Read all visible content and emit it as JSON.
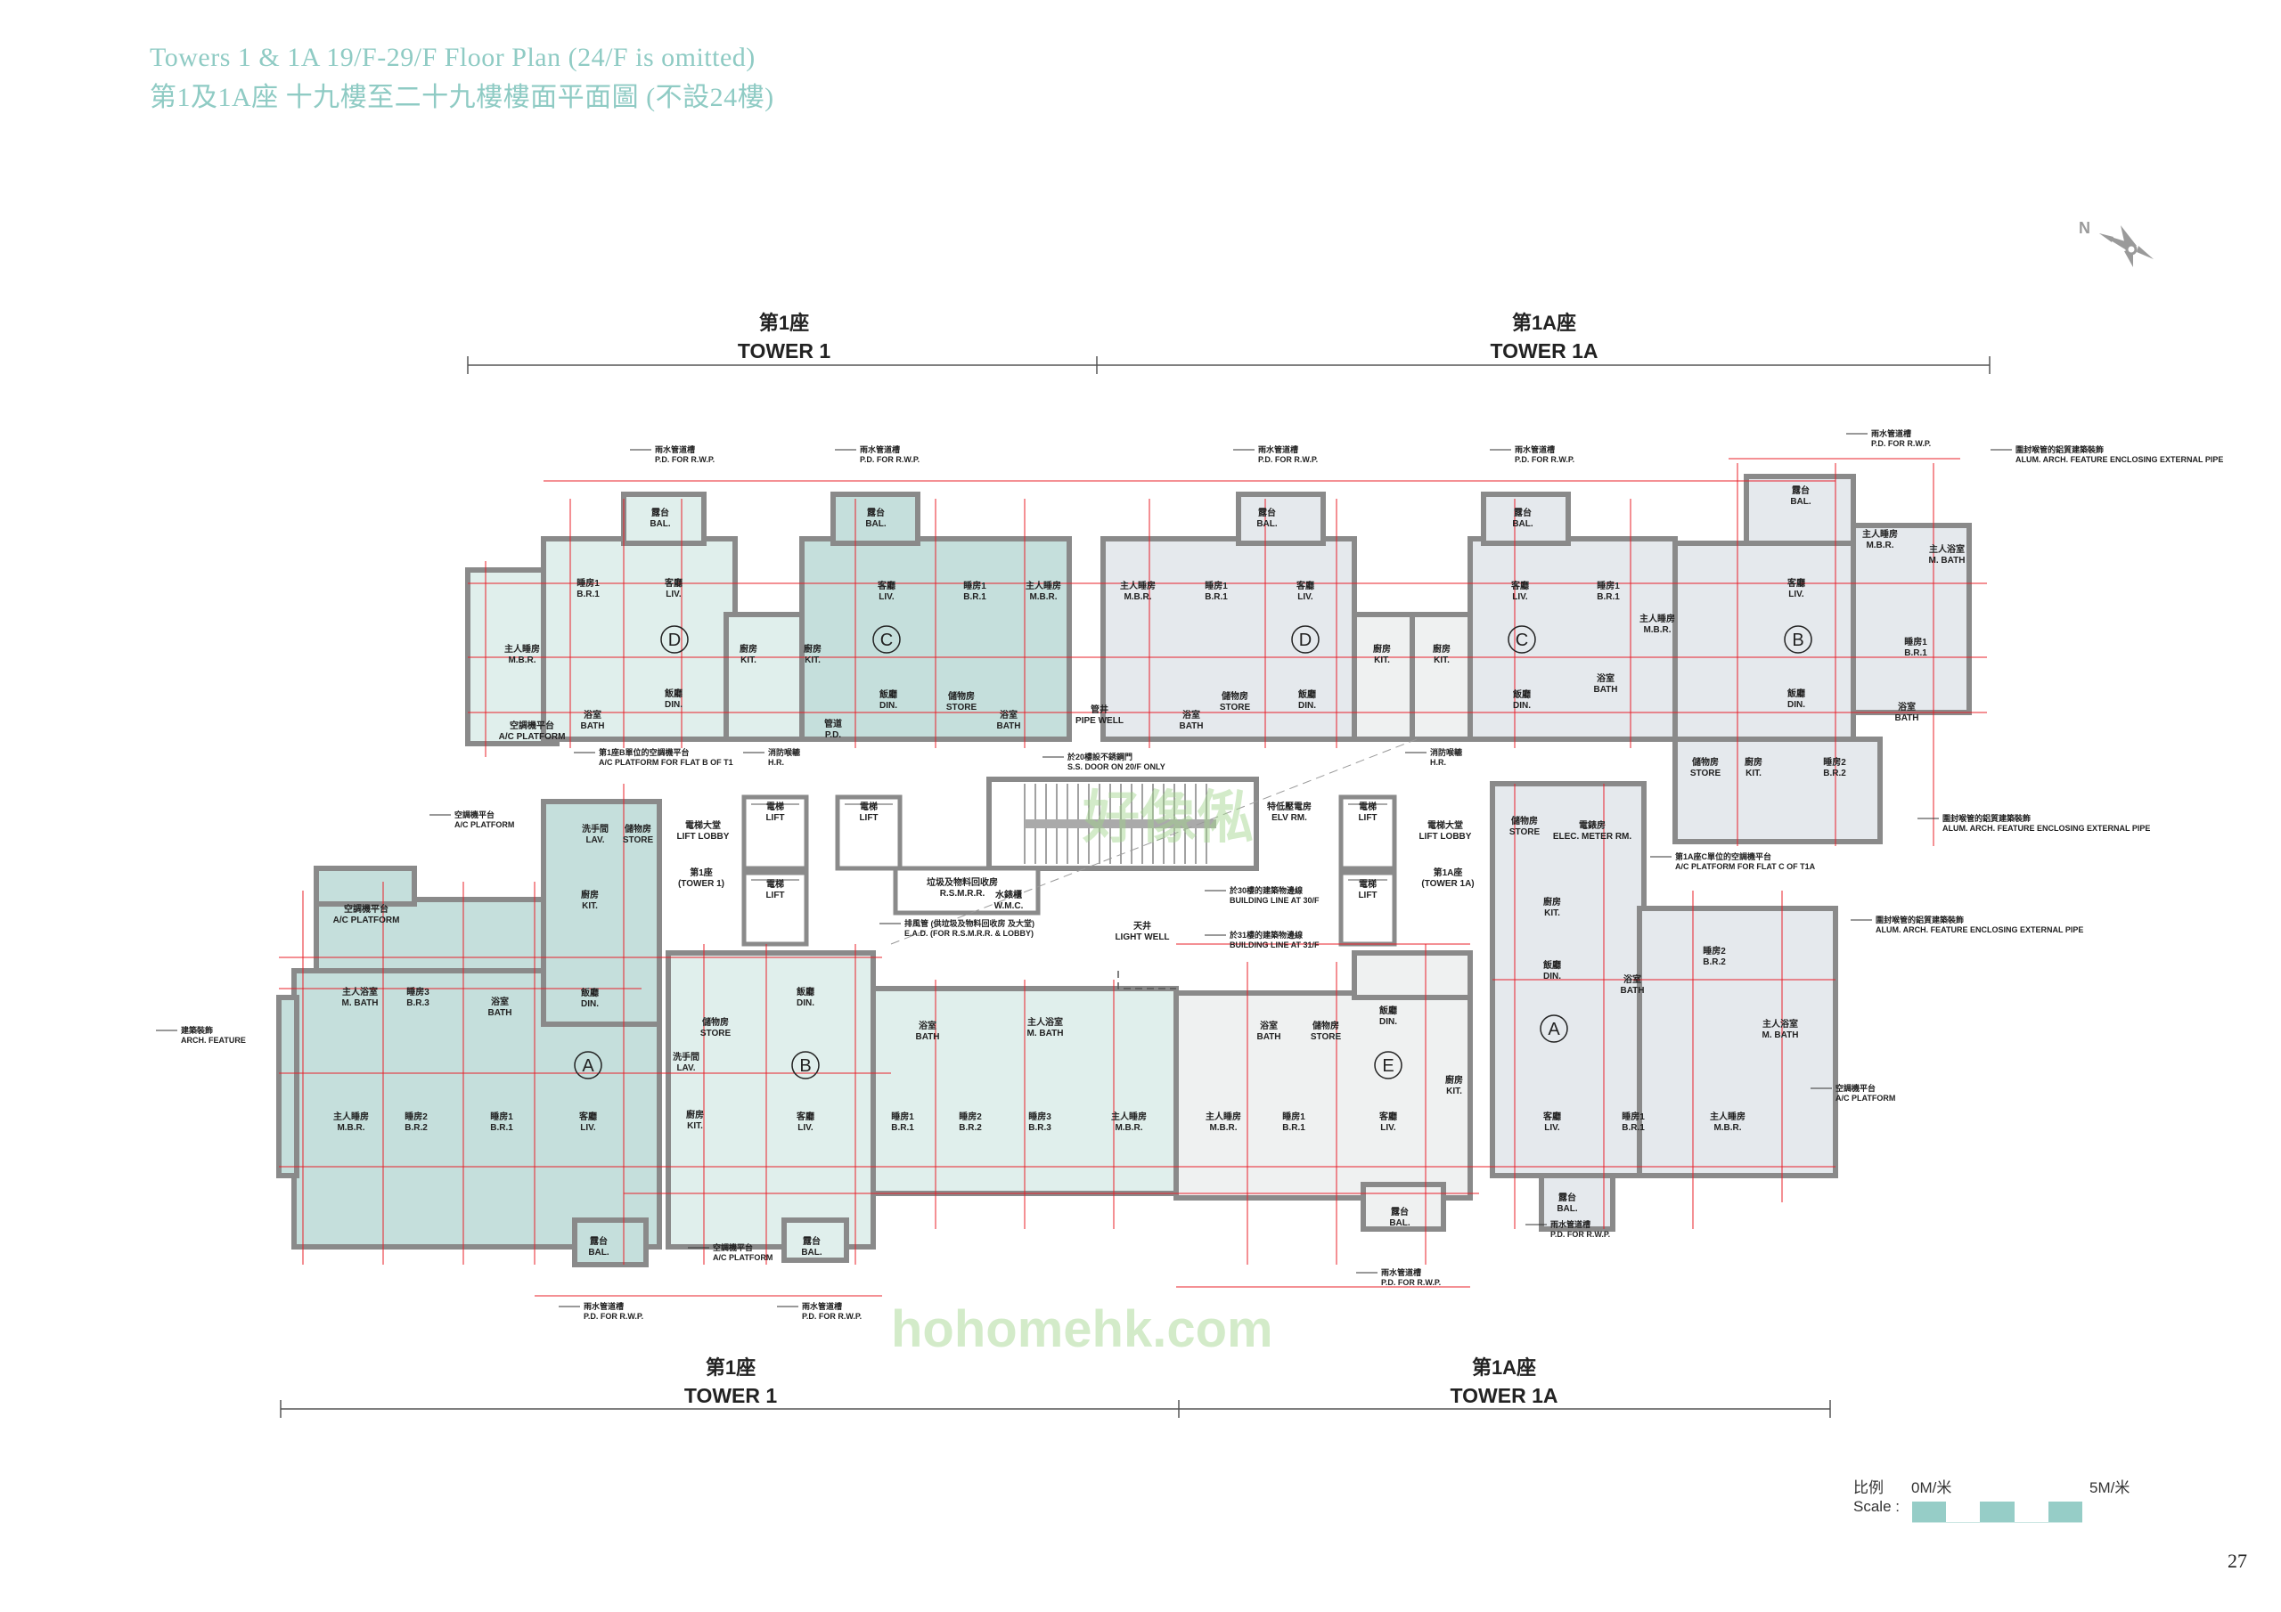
{
  "header": {
    "title_en": "Towers 1 & 1A  19/F-29/F Floor Plan (24/F is omitted)",
    "title_zh": "第1及1A座 十九樓至二十九樓樓面平面圖 (不設24樓)"
  },
  "towers": {
    "top": [
      {
        "zh": "第1座",
        "en": "TOWER 1"
      },
      {
        "zh": "第1A座",
        "en": "TOWER 1A"
      }
    ],
    "bottom": [
      {
        "zh": "第1座",
        "en": "TOWER 1"
      },
      {
        "zh": "第1A座",
        "en": "TOWER 1A"
      }
    ]
  },
  "flats": [
    "D",
    "C",
    "D",
    "C",
    "B",
    "A",
    "B",
    "E",
    "A"
  ],
  "rooms": [
    {
      "zh": "睡房1",
      "en": "B.R.1"
    },
    {
      "zh": "客廳",
      "en": "LIV."
    },
    {
      "zh": "主人睡房",
      "en": "M.B.R."
    },
    {
      "zh": "飯廳",
      "en": "DIN."
    },
    {
      "zh": "浴室",
      "en": "BATH"
    },
    {
      "zh": "廚房",
      "en": "KIT."
    },
    {
      "zh": "露台",
      "en": "BAL."
    },
    {
      "zh": "空調機平台",
      "en": "A/C PLATFORM"
    },
    {
      "zh": "客廳",
      "en": "LIV."
    },
    {
      "zh": "睡房1",
      "en": "B.R.1"
    },
    {
      "zh": "主人睡房",
      "en": "M.B.R."
    },
    {
      "zh": "廚房",
      "en": "KIT."
    },
    {
      "zh": "飯廳",
      "en": "DIN."
    },
    {
      "zh": "儲物房",
      "en": "STORE"
    },
    {
      "zh": "浴室",
      "en": "BATH"
    },
    {
      "zh": "露台",
      "en": "BAL."
    },
    {
      "zh": "管井",
      "en": "PIPE WELL"
    },
    {
      "zh": "管道",
      "en": "P.D."
    },
    {
      "zh": "主人睡房",
      "en": "M.B.R."
    },
    {
      "zh": "睡房1",
      "en": "B.R.1"
    },
    {
      "zh": "客廳",
      "en": "LIV."
    },
    {
      "zh": "廚房",
      "en": "KIT."
    },
    {
      "zh": "飯廳",
      "en": "DIN."
    },
    {
      "zh": "儲物房",
      "en": "STORE"
    },
    {
      "zh": "浴室",
      "en": "BATH"
    },
    {
      "zh": "露台",
      "en": "BAL."
    },
    {
      "zh": "客廳",
      "en": "LIV."
    },
    {
      "zh": "睡房1",
      "en": "B.R.1"
    },
    {
      "zh": "主人睡房",
      "en": "M.B.R."
    },
    {
      "zh": "廚房",
      "en": "KIT."
    },
    {
      "zh": "飯廳",
      "en": "DIN."
    },
    {
      "zh": "浴室",
      "en": "BATH"
    },
    {
      "zh": "露台",
      "en": "BAL."
    },
    {
      "zh": "客廳",
      "en": "LIV."
    },
    {
      "zh": "主人睡房",
      "en": "M.B.R."
    },
    {
      "zh": "主人浴室",
      "en": "M. BATH"
    },
    {
      "zh": "睡房1",
      "en": "B.R.1"
    },
    {
      "zh": "飯廳",
      "en": "DIN."
    },
    {
      "zh": "浴室",
      "en": "BATH"
    },
    {
      "zh": "睡房2",
      "en": "B.R.2"
    },
    {
      "zh": "廚房",
      "en": "KIT."
    },
    {
      "zh": "儲物房",
      "en": "STORE"
    },
    {
      "zh": "露台",
      "en": "BAL."
    },
    {
      "zh": "空調機平台",
      "en": "A/C PLATFORM"
    },
    {
      "zh": "主人浴室",
      "en": "M. BATH"
    },
    {
      "zh": "睡房3",
      "en": "B.R.3"
    },
    {
      "zh": "浴室",
      "en": "BATH"
    },
    {
      "zh": "廚房",
      "en": "KIT."
    },
    {
      "zh": "洗手間",
      "en": "LAV."
    },
    {
      "zh": "儲物房",
      "en": "STORE"
    },
    {
      "zh": "飯廳",
      "en": "DIN."
    },
    {
      "zh": "主人睡房",
      "en": "M.B.R."
    },
    {
      "zh": "睡房2",
      "en": "B.R.2"
    },
    {
      "zh": "睡房1",
      "en": "B.R.1"
    },
    {
      "zh": "客廳",
      "en": "LIV."
    },
    {
      "zh": "露台",
      "en": "BAL."
    },
    {
      "zh": "飯廳",
      "en": "DIN."
    },
    {
      "zh": "客廳",
      "en": "LIV."
    },
    {
      "zh": "廚房",
      "en": "KIT."
    },
    {
      "zh": "儲物房",
      "en": "STORE"
    },
    {
      "zh": "洗手間",
      "en": "LAV."
    },
    {
      "zh": "露台",
      "en": "BAL."
    },
    {
      "zh": "浴室",
      "en": "BATH"
    },
    {
      "zh": "主人浴室",
      "en": "M. BATH"
    },
    {
      "zh": "睡房1",
      "en": "B.R.1"
    },
    {
      "zh": "睡房2",
      "en": "B.R.2"
    },
    {
      "zh": "睡房3",
      "en": "B.R.3"
    },
    {
      "zh": "主人睡房",
      "en": "M.B.R."
    },
    {
      "zh": "浴室",
      "en": "BATH"
    },
    {
      "zh": "儲物房",
      "en": "STORE"
    },
    {
      "zh": "飯廳",
      "en": "DIN."
    },
    {
      "zh": "主人睡房",
      "en": "M.B.R."
    },
    {
      "zh": "睡房1",
      "en": "B.R.1"
    },
    {
      "zh": "客廳",
      "en": "LIV."
    },
    {
      "zh": "露台",
      "en": "BAL."
    },
    {
      "zh": "廚房",
      "en": "KIT."
    },
    {
      "zh": "儲物房",
      "en": "STORE"
    },
    {
      "zh": "電錶房",
      "en": "ELEC. METER RM."
    },
    {
      "zh": "廚房",
      "en": "KIT."
    },
    {
      "zh": "飯廳",
      "en": "DIN."
    },
    {
      "zh": "客廳",
      "en": "LIV."
    },
    {
      "zh": "睡房1",
      "en": "B.R.1"
    },
    {
      "zh": "主人睡房",
      "en": "M.B.R."
    },
    {
      "zh": "睡房2",
      "en": "B.R.2"
    },
    {
      "zh": "浴室",
      "en": "BATH"
    },
    {
      "zh": "主人浴室",
      "en": "M. BATH"
    },
    {
      "zh": "露台",
      "en": "BAL."
    },
    {
      "zh": "電梯",
      "en": "LIFT"
    },
    {
      "zh": "電梯",
      "en": "LIFT"
    },
    {
      "zh": "電梯",
      "en": "LIFT"
    },
    {
      "zh": "電梯大堂",
      "en": "LIFT LOBBY"
    },
    {
      "zh": "電梯",
      "en": "LIFT"
    },
    {
      "zh": "電梯",
      "en": "LIFT"
    },
    {
      "zh": "電梯大堂",
      "en": "LIFT LOBBY"
    },
    {
      "zh": "特低壓電房",
      "en": "ELV RM."
    },
    {
      "zh": "垃圾及物料回收房",
      "en": "R.S.M.R.R."
    },
    {
      "zh": "水錶櫃",
      "en": "W.M.C."
    },
    {
      "zh": "天井",
      "en": "LIGHT WELL"
    },
    {
      "zh": "第1座",
      "en": "(TOWER 1)"
    },
    {
      "zh": "第1A座",
      "en": "(TOWER 1A)"
    }
  ],
  "annotations": [
    {
      "zh": "雨水管道槽",
      "en": "P.D. FOR R.W.P."
    },
    {
      "zh": "雨水管道槽",
      "en": "P.D. FOR R.W.P."
    },
    {
      "zh": "雨水管道槽",
      "en": "P.D. FOR R.W.P."
    },
    {
      "zh": "雨水管道槽",
      "en": "P.D. FOR R.W.P."
    },
    {
      "zh": "雨水管道槽",
      "en": "P.D. FOR R.W.P."
    },
    {
      "zh": "雨水管道槽",
      "en": "P.D. FOR R.W.P."
    },
    {
      "zh": "雨水管道槽",
      "en": "P.D. FOR R.W.P."
    },
    {
      "zh": "雨水管道槽",
      "en": "P.D. FOR R.W.P."
    },
    {
      "zh": "雨水管道槽",
      "en": "P.D. FOR R.W.P."
    },
    {
      "zh": "於20樓設不銹鋼門",
      "en": "S.S. DOOR ON 20/F ONLY"
    },
    {
      "zh": "於30樓的建築物邊線",
      "en": "BUILDING LINE AT 30/F"
    },
    {
      "zh": "於31樓的建築物邊線",
      "en": "BUILDING LINE AT 31/F"
    },
    {
      "zh": "排風管 (供垃圾及物料回收房 及大堂)",
      "en": "E.A.D. (FOR R.S.M.R.R. & LOBBY)"
    },
    {
      "zh": "消防喉轆",
      "en": "H.R."
    },
    {
      "zh": "消防喉轆",
      "en": "H.R."
    },
    {
      "zh": "第1座B單位的空調機平台",
      "en": "A/C PLATFORM FOR FLAT B OF T1"
    },
    {
      "zh": "空調機平台",
      "en": "A/C PLATFORM"
    },
    {
      "zh": "空調機平台",
      "en": "A/C PLATFORM"
    },
    {
      "zh": "空調機平台",
      "en": "A/C PLATFORM"
    },
    {
      "zh": "建築裝飾",
      "en": "ARCH. FEATURE"
    },
    {
      "zh": "圍封喉管的鋁質建築裝飾",
      "en": "ALUM. ARCH. FEATURE ENCLOSING EXTERNAL PIPE"
    },
    {
      "zh": "圍封喉管的鋁質建築裝飾",
      "en": "ALUM. ARCH. FEATURE ENCLOSING EXTERNAL PIPE"
    },
    {
      "zh": "圍封喉管的鋁質建築裝飾",
      "en": "ALUM. ARCH. FEATURE ENCLOSING EXTERNAL PIPE"
    },
    {
      "zh": "第1A座C單位的空調機平台",
      "en": "A/C PLATFORM FOR FLAT C OF T1A"
    }
  ],
  "compass": {
    "label": "N"
  },
  "scale": {
    "label_zh": "比例",
    "label_en": "Scale :",
    "start": "0M/米",
    "end": "5M/米"
  },
  "watermark": {
    "zh": "好像俬",
    "en": "hohomehk.com"
  },
  "page_number": "27",
  "colors": {
    "title": "#8fcbc4",
    "tower1_dark": "#c5dfdc",
    "tower1_light": "#e0efec",
    "tower1a": "#e5e9ed",
    "tower1a_light": "#eff1f1",
    "wall": "#8a8a8a",
    "dimension": "#e8202a",
    "scale_fill": "#96cdc7"
  }
}
